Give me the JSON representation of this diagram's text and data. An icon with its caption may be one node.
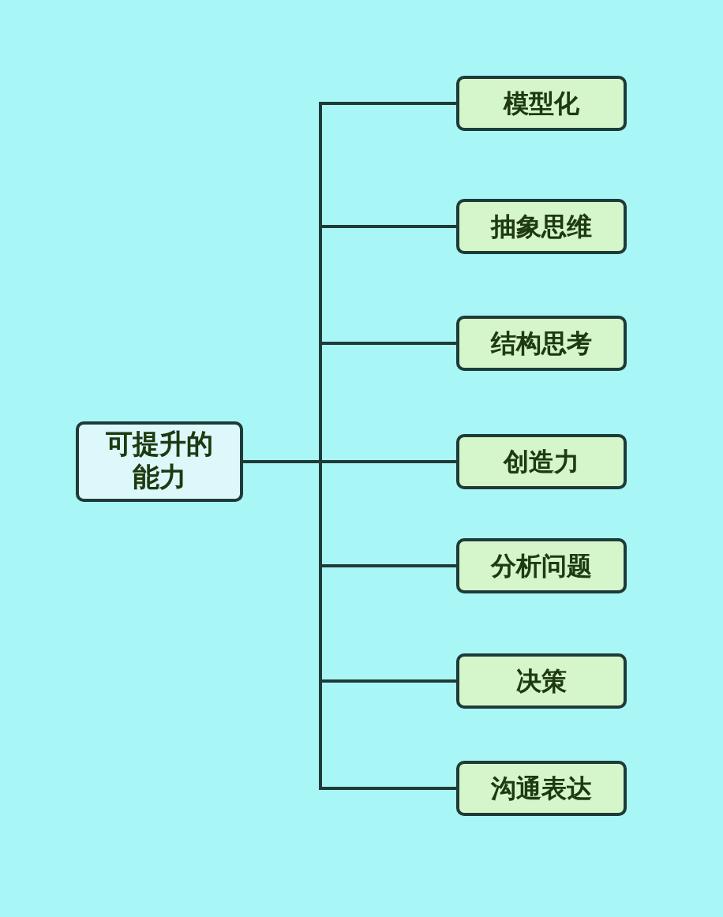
{
  "diagram": {
    "nodes": [
      {
        "text": [
          "可提升的能力"
        ]
      },
      {
        "text": [
          "模型化"
        ]
      },
      {
        "text": [
          "抽象思维"
        ]
      },
      {
        "text": [
          "结构思考"
        ]
      },
      {
        "text": [
          "创造力"
        ]
      },
      {
        "text": [
          "分析问题"
        ]
      },
      {
        "text": [
          "决策"
        ]
      },
      {
        "text": [
          "沟通表达"
        ]
      }
    ],
    "edges": [
      {
        "from": 0,
        "to": 1,
        "arrow": "none"
      },
      {
        "from": 0,
        "to": 2,
        "arrow": "none"
      },
      {
        "from": 0,
        "to": 3,
        "arrow": "none"
      },
      {
        "from": 0,
        "to": 4,
        "arrow": "none"
      },
      {
        "from": 0,
        "to": 5,
        "arrow": "none"
      },
      {
        "from": 0,
        "to": 6,
        "arrow": "none"
      },
      {
        "from": 0,
        "to": 7,
        "arrow": "none"
      }
    ]
  }
}
